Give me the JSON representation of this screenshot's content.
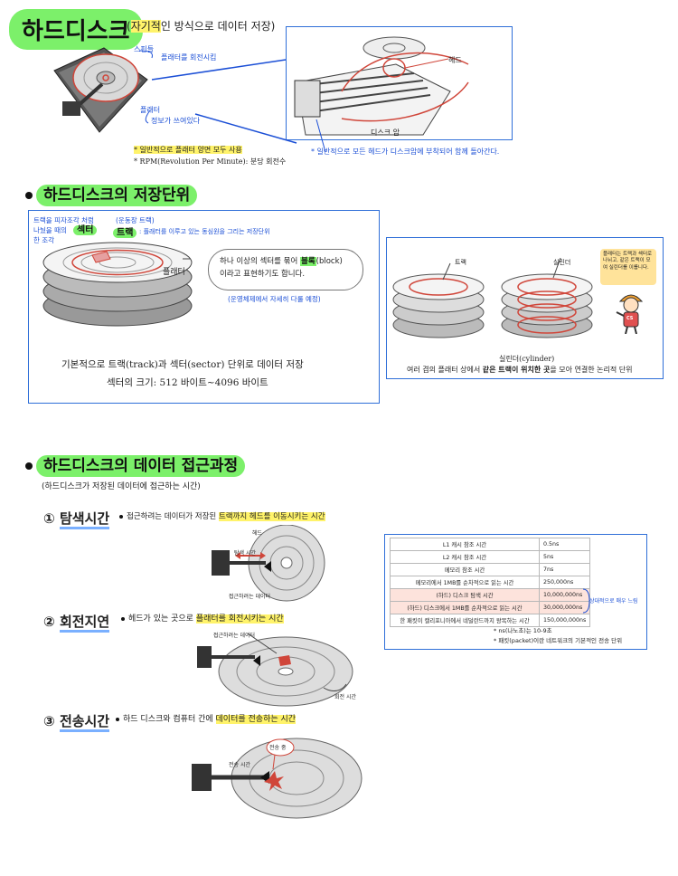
{
  "sec1": {
    "title": "하드디스크",
    "subtitle_open": "(",
    "subtitle_hl": "자기적",
    "subtitle_rest": "인 방식으로 데이터 저장)",
    "label_spindle": "스핀들",
    "label_spindle_desc": "플래터를 회전시킴",
    "label_platter": "플래터",
    "label_platter_desc": "정보가 쓰여있다",
    "note_both_sides": "* 일반적으로 플래터 양면 모두 사용",
    "note_rpm": "* RPM(Revolution Per Minute): 분당 회전수",
    "label_head": "헤드",
    "label_arm": "디스크 암",
    "note_heads": "* 일반적으로 모든 헤드가 디스크암에 부착되어 함께 돌아간다."
  },
  "sec2": {
    "title": "하드디스크의 저장단위",
    "note_sector_a": "트랙을 피자조각 처럼",
    "note_sector_b": "나눴을 때의",
    "note_sector_c": "한 조각",
    "label_sector": "섹터",
    "note_track_q": "(운동장 트랙)",
    "label_track": "트랙",
    "note_track_desc": ": 플래터를 이루고 있는 동심원을 그리는 저장단위",
    "label_platter": "플래터",
    "bubble_line1": "하나 이상의 섹터를 묶어 ",
    "bubble_hl": "블록",
    "bubble_line1_end": "(block)",
    "bubble_line2": "이라고 표현하기도 합니다.",
    "note_os": "(운영체제에서 자세히 다룰 예정)",
    "caption1": "기본적으로 트랙(track)과 섹터(sector) 단위로 데이터 저장",
    "caption2": "섹터의 크기: 512 바이트~4096 바이트",
    "cyl_label_track": "트랙",
    "cyl_label_cyl": "실린더",
    "cyl_speech": "플래터는 트랙과 섹터로 나뉘고, 같은 트랙이 모여 실린더를 이룹니다.",
    "cyl_title": "실린더(cylinder)",
    "cyl_caption_a": "여러 겹의 플래터 상에서 ",
    "cyl_caption_b": "같은 트랙이 위치한 곳",
    "cyl_caption_c": "을 모아 연결한 논리적 단위",
    "mascot_badge": "CS"
  },
  "sec3": {
    "title": "하드디스크의 데이터 접근과정",
    "subtitle": "(하드디스크가 저장된 데이터에 접근하는 시간)",
    "seek_num": "①",
    "seek_title": "탐색시간",
    "seek_desc_a": "접근하려는 데이터가 저장된 ",
    "seek_desc_hl": "트랙까지 헤드를 이동시키는 시간",
    "seek_label_head": "헤드",
    "seek_label_time": "탐색 시간",
    "seek_label_data": "접근하려는 데이터",
    "rot_num": "②",
    "rot_title": "회전지연",
    "rot_desc_a": "헤드가 있는 곳으로 ",
    "rot_desc_hl": "플래터를 회전시키는 시간",
    "rot_label_data": "접근하려는 데이터",
    "rot_label_time": "회전 시간",
    "xfer_num": "③",
    "xfer_title": "전송시간",
    "xfer_desc_a": "하드 디스크와 컴퓨터 간에 ",
    "xfer_desc_hl": "데이터를 전송하는 시간",
    "xfer_label_time": "전송 시간",
    "xfer_label_busy": "전송 중",
    "table_rows": [
      {
        "item": "L1 캐시 참조 시간",
        "time": "0.5ns",
        "hot": false
      },
      {
        "item": "L2 캐시 참조 시간",
        "time": "5ns",
        "hot": false
      },
      {
        "item": "메모리 참조 시간",
        "time": "7ns",
        "hot": false
      },
      {
        "item": "메모리에서 1MB를 순차적으로 읽는 시간",
        "time": "250,000ns",
        "hot": false
      },
      {
        "item": "(하드) 디스크 탐색 시간",
        "time": "10,000,000ns",
        "hot": true
      },
      {
        "item": "(하드) 디스크에서 1MB를 순차적으로 읽는 시간",
        "time": "30,000,000ns",
        "hot": true
      },
      {
        "item": "한 패킷이 캘리포니아에서 네덜란드까지 왕복하는 시간",
        "time": "150,000,000ns",
        "hot": false
      }
    ],
    "table_note": "상대적으로 매우 느림",
    "ns_note": "* ns(나노초)는 10-9초",
    "packet_note": "* 패킷(packet)이란 네트워크의 기본적인 전송 단위"
  }
}
